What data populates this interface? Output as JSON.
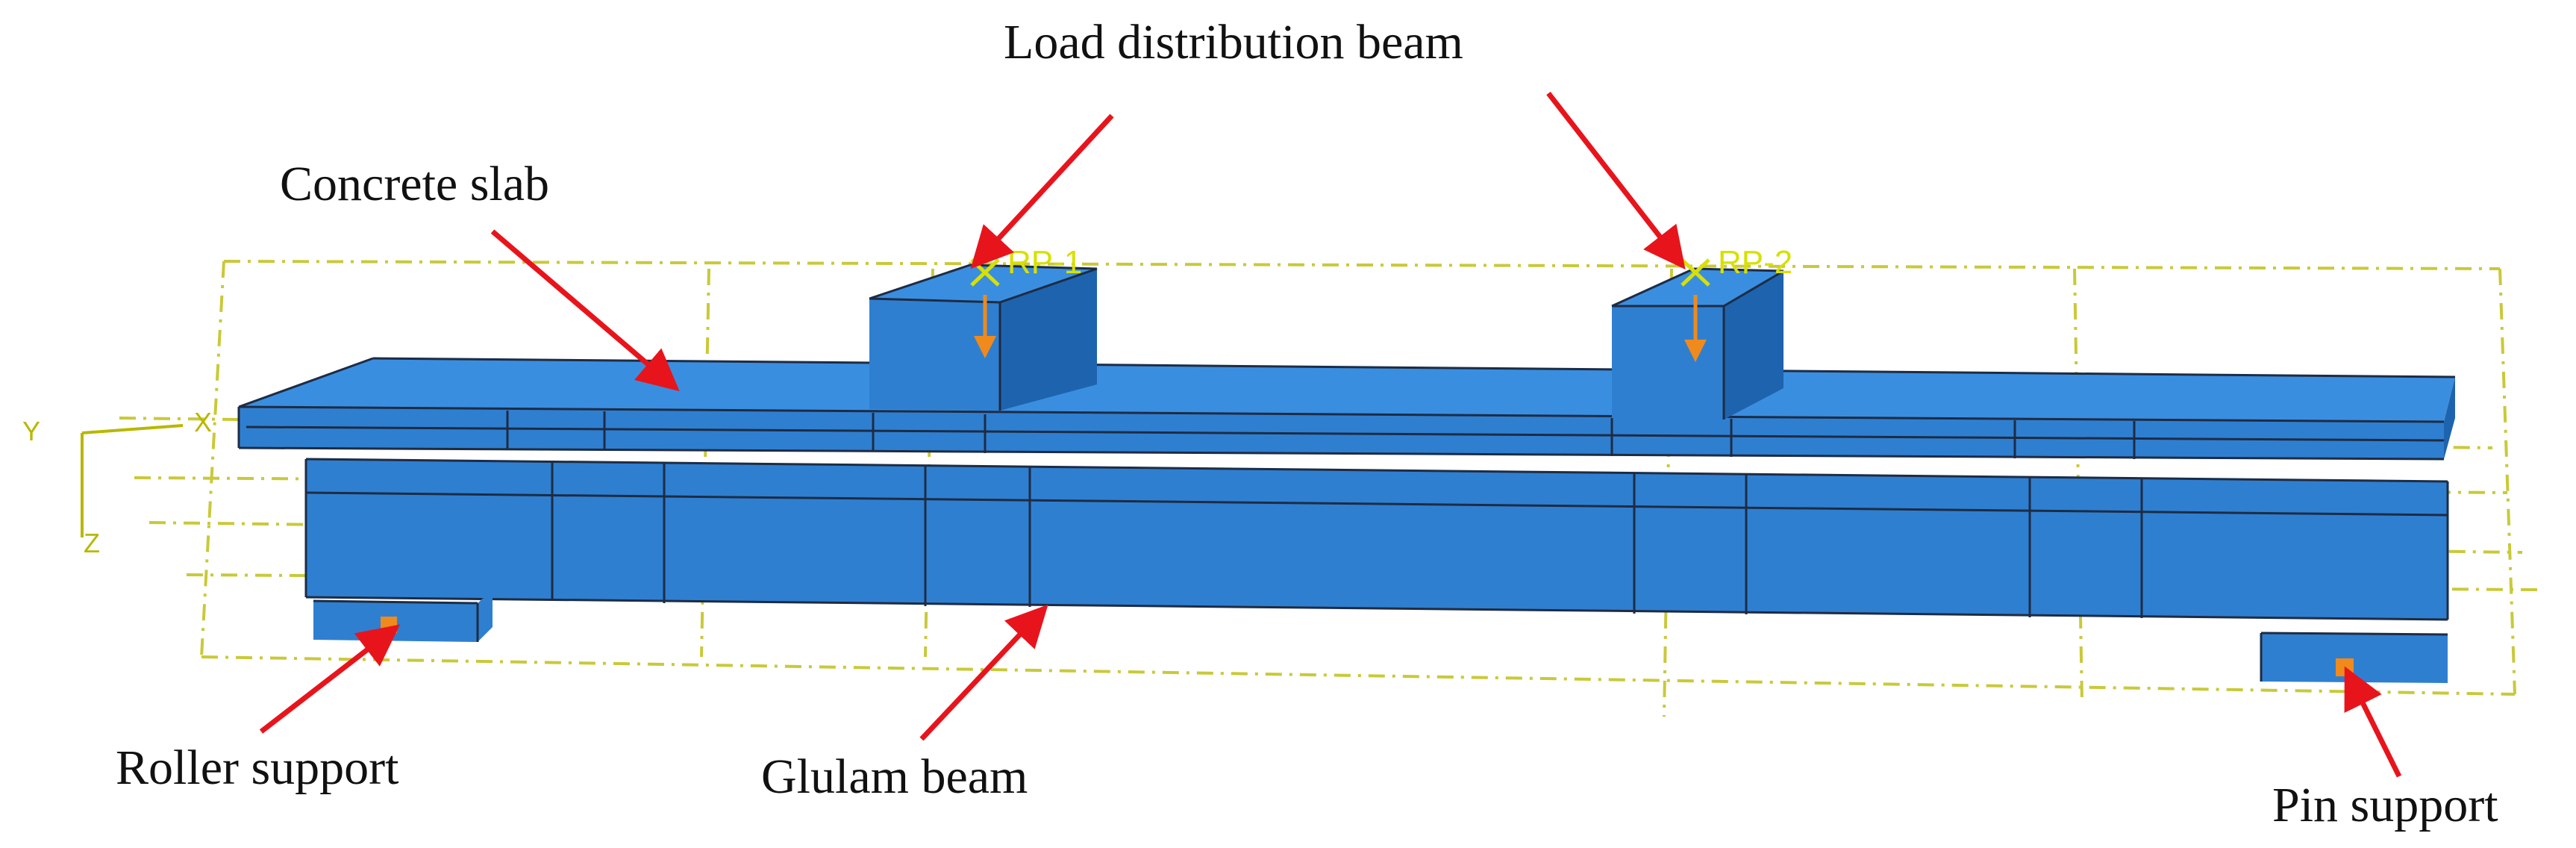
{
  "labels": {
    "load_distribution_beam": "Load distribution beam",
    "concrete_slab": "Concrete slab",
    "roller_support": "Roller support",
    "glulam_beam": "Glulam beam",
    "pin_support": "Pin support"
  },
  "reference_points": {
    "rp1": "RP-1",
    "rp2": "RP-2"
  },
  "axes": {
    "y": "Y",
    "x": "X",
    "z": "Z"
  },
  "colors": {
    "model_blue": "#2f7fd1",
    "model_top": "#3a8ee0",
    "model_dark": "#1e63ad",
    "callout_arrow": "#e8141c",
    "construction_line": "#c9c93a",
    "reference_point": "#d8e000",
    "load_arrow": "#f08a1c"
  }
}
